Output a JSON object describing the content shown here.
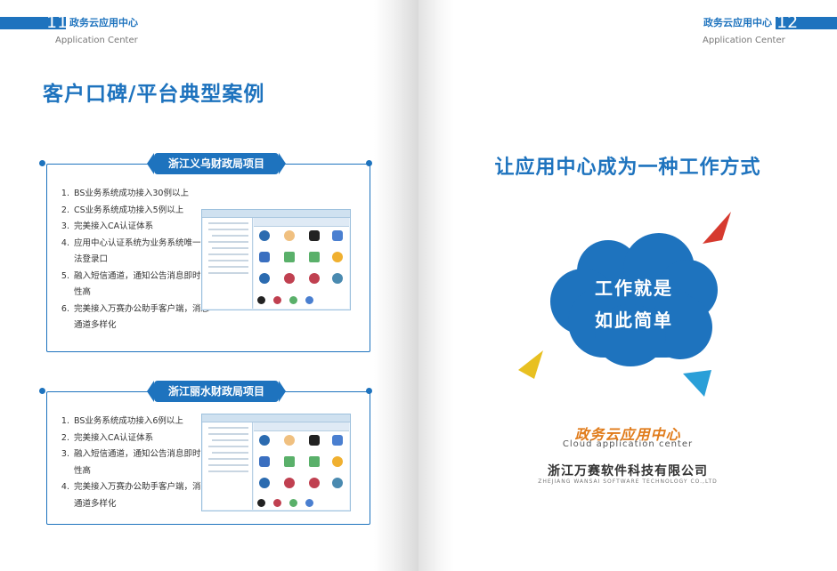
{
  "left_page": {
    "page_number": "11",
    "header_title": "政务云应用中心",
    "header_subtitle": "Application Center",
    "main_title": "客户口碑/平台典型案例",
    "cases": [
      {
        "title": "浙江义乌财政局项目",
        "items": [
          "BS业务系统成功接入30例以上",
          "CS业务系统成功接入5例以上",
          "完美接入CA认证体系",
          "应用中心认证系统为业务系统唯一合法登录口",
          "融入短信通道，通知公告消息即时效性高",
          "完美接入万赛办公助手客户端，消息通道多样化"
        ]
      },
      {
        "title": "浙江丽水财政局项目",
        "items": [
          "BS业务系统成功接入6例以上",
          "完美接入CA认证体系",
          "融入短信通道，通知公告消息即时效性高",
          "完美接入万赛办公助手客户端，消息通道多样化"
        ]
      }
    ]
  },
  "right_page": {
    "page_number": "12",
    "header_title": "政务云应用中心",
    "header_subtitle": "Application Center",
    "slogan": "让应用中心成为一种工作方式",
    "cloud_line1": "工作就是",
    "cloud_line2": "如此简单",
    "brand_cn": "政务云应用中心",
    "brand_en": "Cloud application center",
    "company_cn": "浙江万赛软件科技有限公司",
    "company_en": "ZHEJIANG WANSAI SOFTWARE TECHNOLOGY CO.,LTD"
  },
  "colors": {
    "accent": "#1e73be",
    "triangle_red": "#d63a2f",
    "triangle_yellow": "#e8c021",
    "triangle_blue": "#2a9fd8",
    "brand_orange": "#e07b1a"
  }
}
